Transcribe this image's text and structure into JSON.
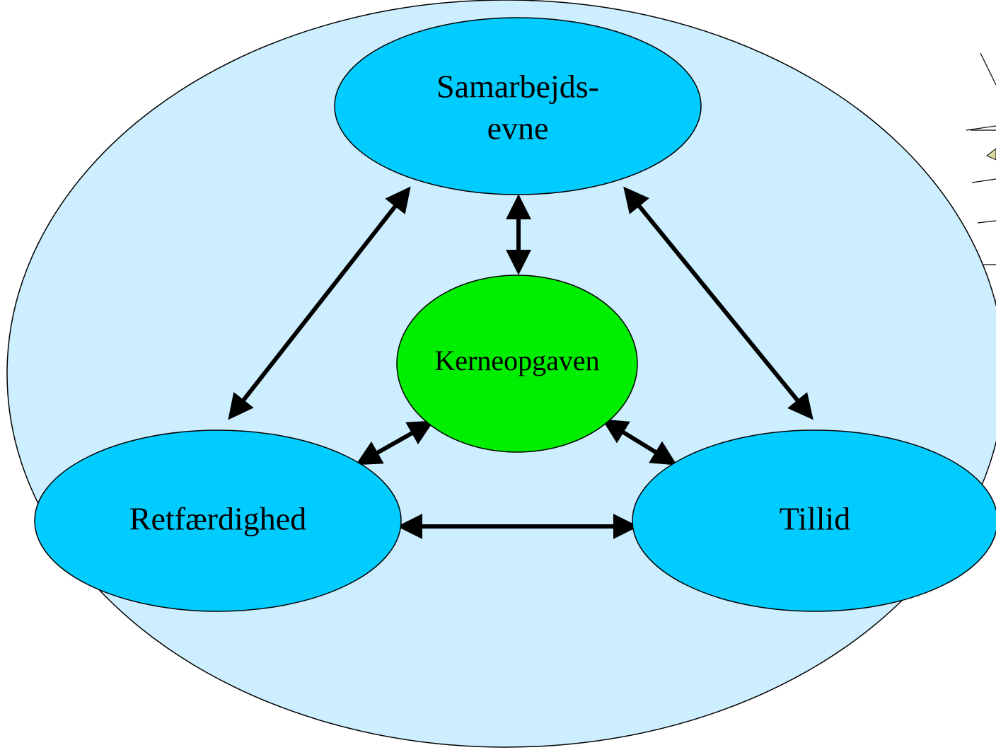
{
  "nodes": {
    "top": {
      "line1": "Samarbejds-",
      "line2": "evne"
    },
    "center": {
      "label": "Kerneopgaven"
    },
    "left": {
      "label": "Retfærdighed"
    },
    "right": {
      "label": "Tillid"
    }
  },
  "colors": {
    "outer_fill": "#cceeff",
    "node_fill": "#00ccff",
    "center_fill": "#00ee00",
    "arrow": "#000000",
    "deco_leaf": "#d8d8a0"
  },
  "connections": [
    {
      "from": "top",
      "to": "left",
      "type": "bidirectional"
    },
    {
      "from": "top",
      "to": "right",
      "type": "bidirectional"
    },
    {
      "from": "top",
      "to": "center",
      "type": "bidirectional"
    },
    {
      "from": "left",
      "to": "center",
      "type": "bidirectional"
    },
    {
      "from": "right",
      "to": "center",
      "type": "bidirectional"
    },
    {
      "from": "left",
      "to": "right",
      "type": "bidirectional"
    }
  ]
}
